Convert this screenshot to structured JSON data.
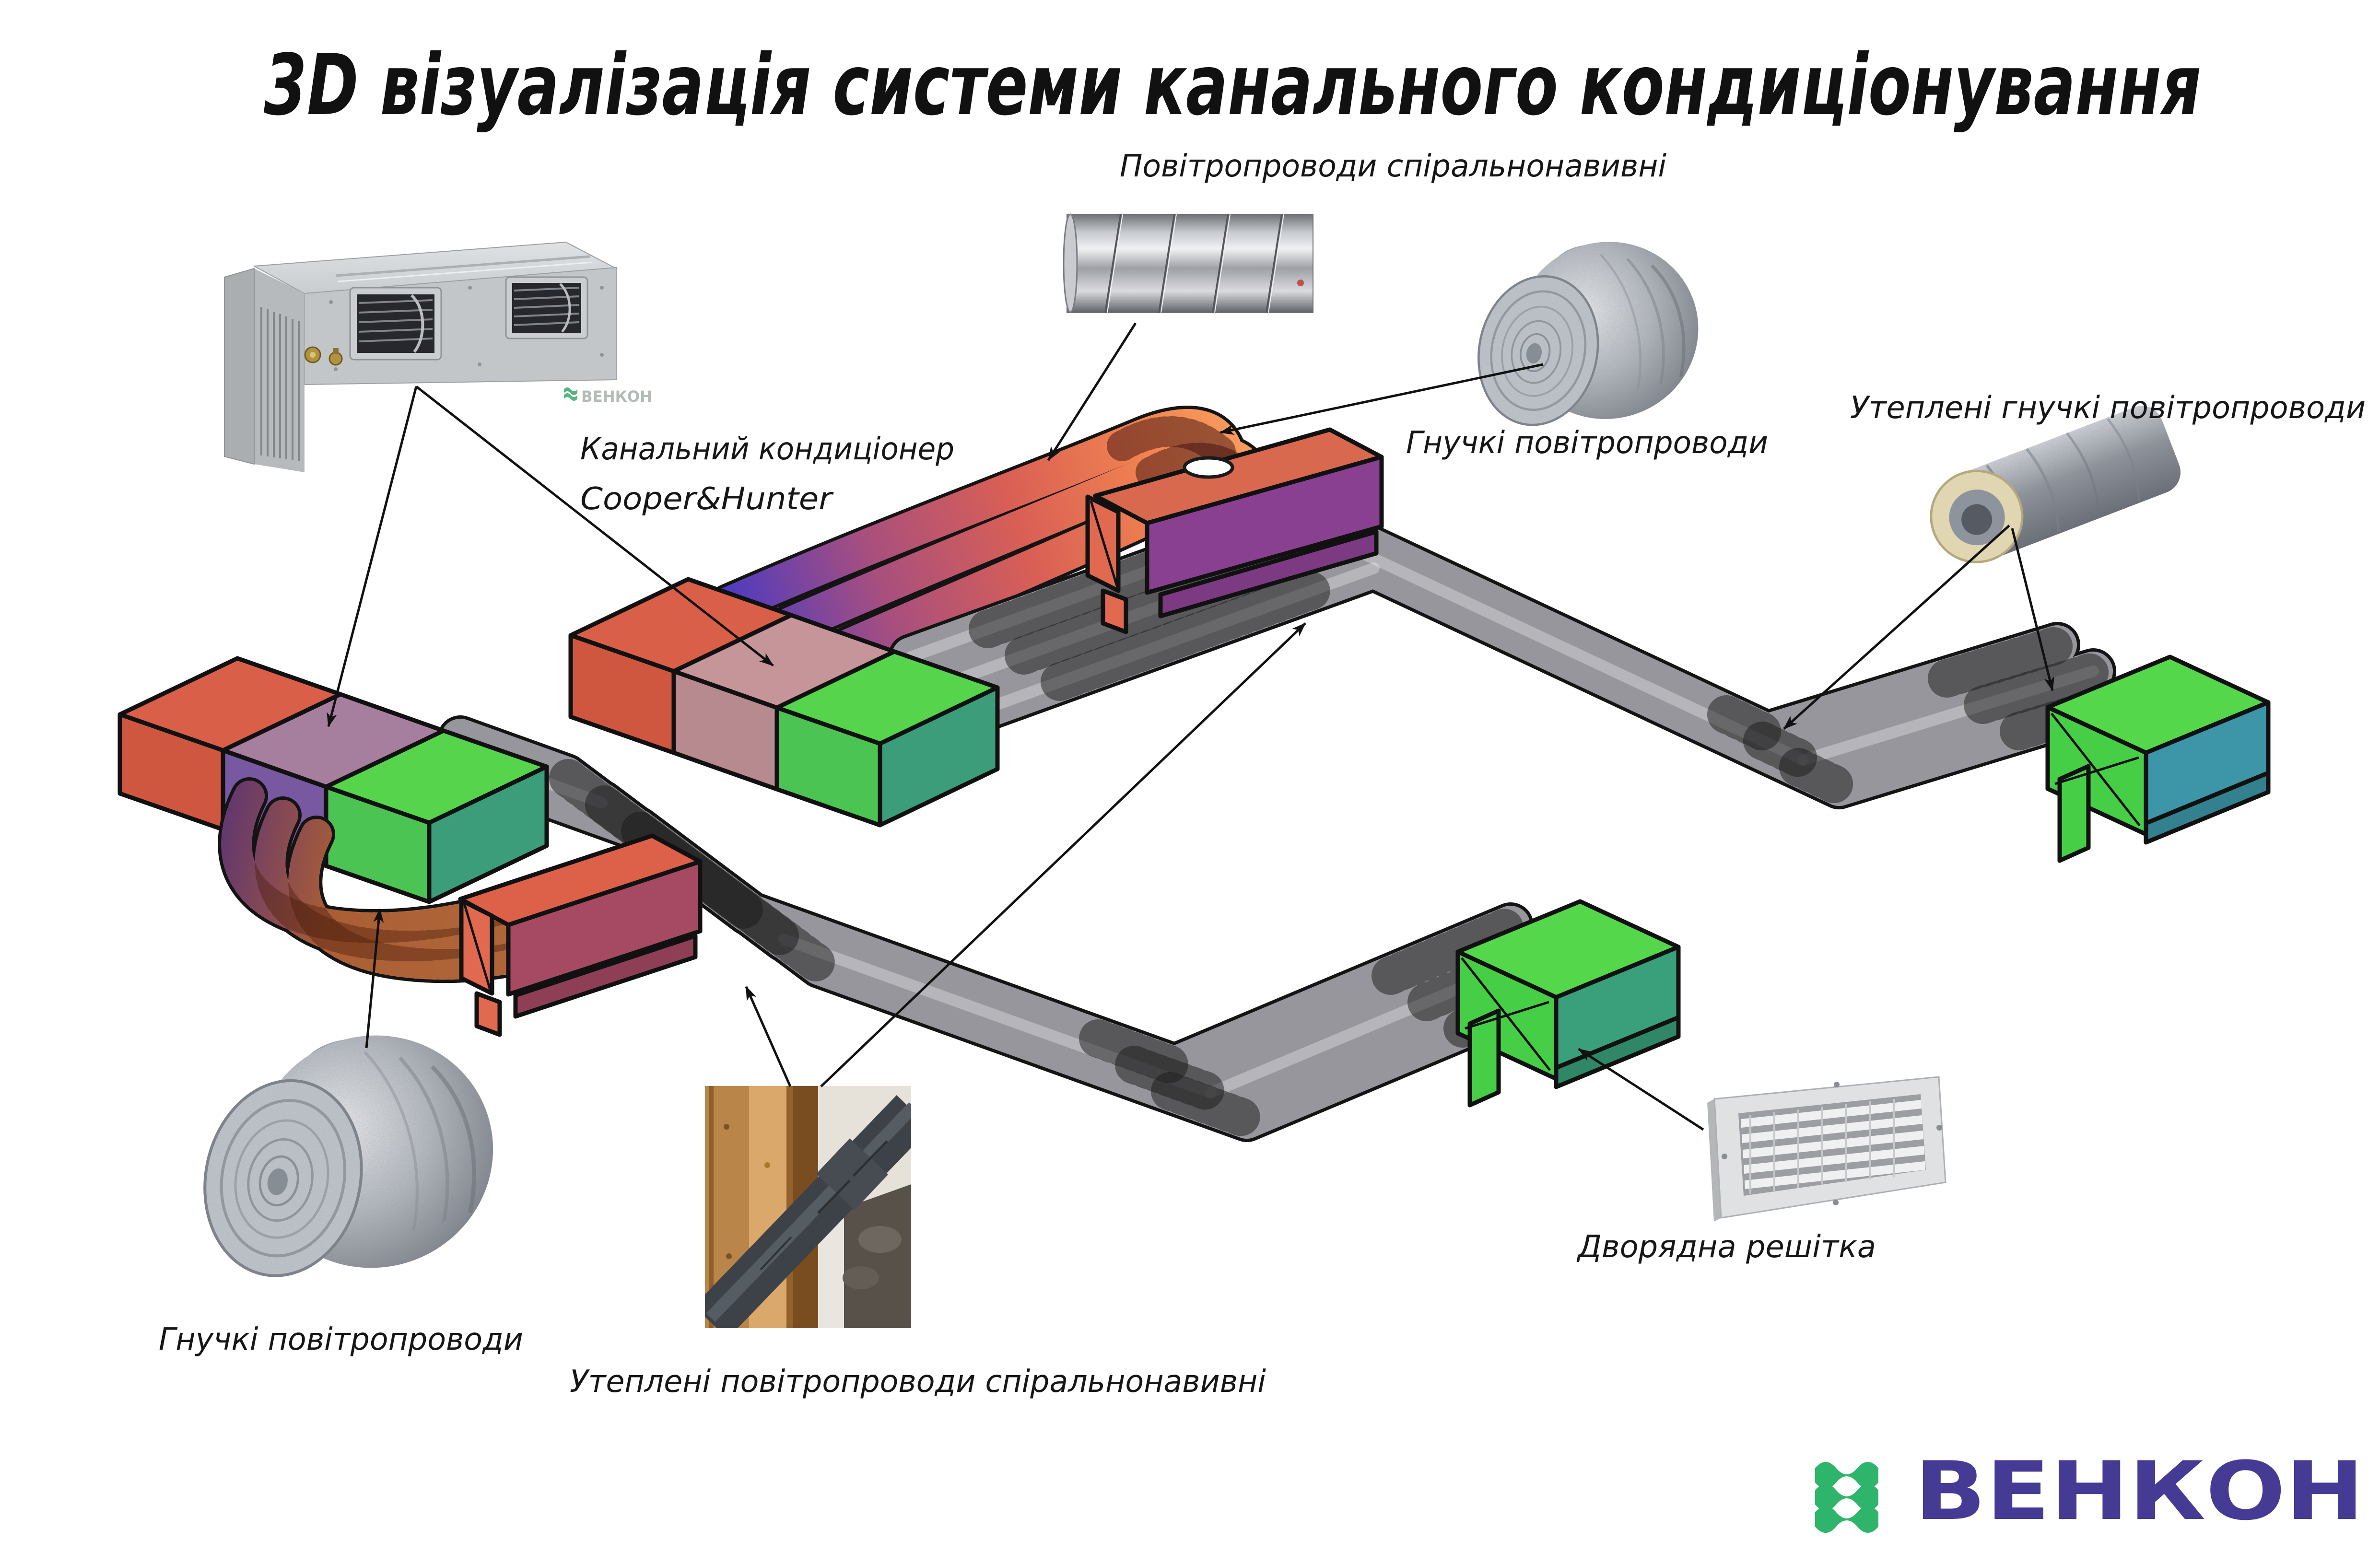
{
  "title": "3D візуалізація системи канального кондиціонування",
  "annotations": {
    "spiral_ducts": "Повітропроводи спіральнонавивні",
    "flexible_ducts": "Гнучкі повітропроводи",
    "insulated_flexible_ducts": "Утеплені гнучкі повітропроводи",
    "duct_conditioner_line1": "Канальний кондиціонер",
    "duct_conditioner_line2": "Cooper&Hunter",
    "double_row_grille": "Дворядна решітка",
    "flexible_ducts_bottom": "Гнучкі повітропроводи",
    "insulated_spiral_ducts": "Утеплені повітропроводи спіральнонавивні"
  },
  "logo": {
    "text": "ВЕНКОН",
    "text_color": "#453a94",
    "wave_icon": "wave-icon",
    "wave_color": "#2eb56b"
  },
  "photo_watermark": {
    "text": "ВЕНКОН"
  },
  "colors": {
    "background": "#ffffff",
    "unit_top_orange": "#da5f49",
    "unit_top_pink": "#c69599",
    "unit_top_mauve": "#a77f9e",
    "unit_top_green": "#55d44c",
    "unit_side_purple": "#7758a1",
    "unit_side_teal": "#3c9d7a",
    "plenum_purple": "#8a4090",
    "plenum_maroon": "#a54a62",
    "duct_gray": "#97969c",
    "flex_orange": "#f09055",
    "flex_purple": "#4a3ac0",
    "outlet_green": "#55d74b",
    "outlet_teal": "#3aa07b",
    "outline_black": "#111111"
  }
}
